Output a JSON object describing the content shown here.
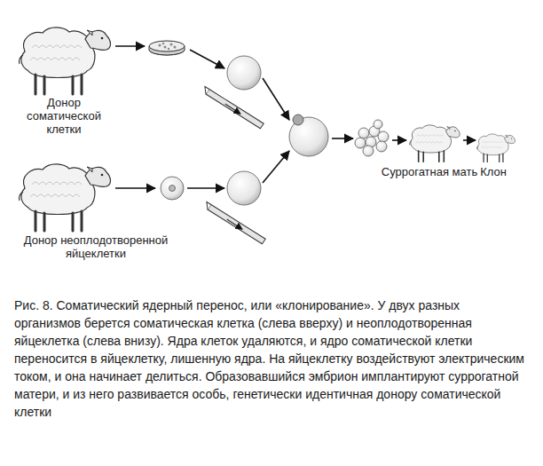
{
  "diagram": {
    "caption": "Рис. 8. Соматический ядерный перенос, или «клонирование». У двух разных организмов берется соматическая клетка (слева вверху) и неоплодотворенная яйцеклетка (слева внизу). Ядра клеток удаляются, и ядро соматической клетки переносится в яйцеклетку, лишенную ядра. На яйцеклетку воздействуют электрическим током, и она начинает делиться. Образовавшийся эмбрион имплантируют суррогатной матери, и из него развивается особь, генетически идентичная донору соматической клетки",
    "labels": [
      "Донор соматической клетки",
      "Суррогатная мать",
      "Клон",
      "Донор неоплодотворенной яйцеклетки"
    ]
  }
}
